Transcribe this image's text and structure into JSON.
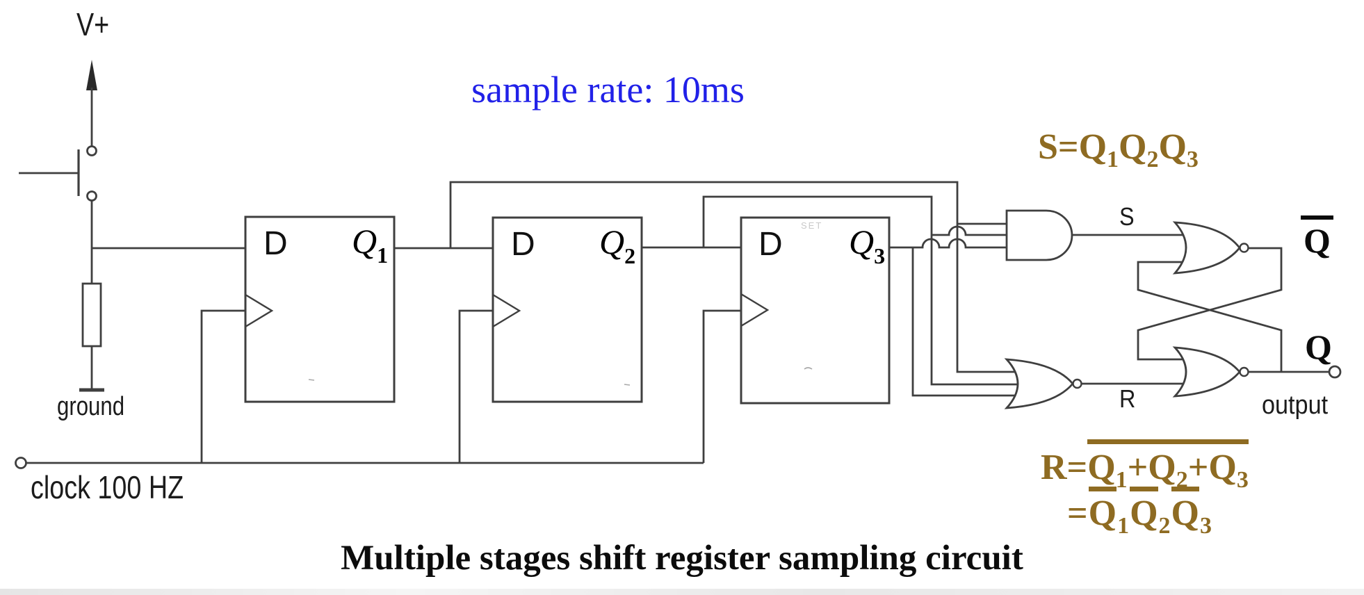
{
  "colors": {
    "line": "#3f3f3f",
    "blue": "#2121e8",
    "gold": "#8e6b22"
  },
  "annotations": {
    "sample_rate": "sample rate: 10ms",
    "title": "Multiple stages shift register sampling circuit"
  },
  "power": {
    "label": "V+",
    "ground_label": "ground"
  },
  "clock": {
    "label": "clock 100 HZ"
  },
  "flip_flops": [
    {
      "d_label": "D",
      "q_label": "Q",
      "q_sub": "1"
    },
    {
      "d_label": "D",
      "q_label": "Q",
      "q_sub": "2"
    },
    {
      "d_label": "D",
      "q_label": "Q",
      "q_sub": "3",
      "set_remnant": "SET"
    }
  ],
  "sr_inputs": {
    "s_label": "S",
    "r_label": "R"
  },
  "equations": {
    "s_lhs": "S=",
    "s_terms": [
      {
        "q": "Q",
        "sub": "1"
      },
      {
        "q": "Q",
        "sub": "2"
      },
      {
        "q": "Q",
        "sub": "3"
      }
    ],
    "r1_lhs": "R=",
    "r1_terms": [
      {
        "q": "Q",
        "sub": "1",
        "op": "+"
      },
      {
        "q": "Q",
        "sub": "2",
        "op": "+"
      },
      {
        "q": "Q",
        "sub": "3",
        "op": ""
      }
    ],
    "r2_lhs": "=",
    "r2_terms": [
      {
        "q": "Q",
        "sub": "1"
      },
      {
        "q": "Q",
        "sub": "2"
      },
      {
        "q": "Q",
        "sub": "3"
      }
    ]
  },
  "latch": {
    "qbar_label": "Q",
    "q_label": "Q",
    "output_label": "output"
  }
}
